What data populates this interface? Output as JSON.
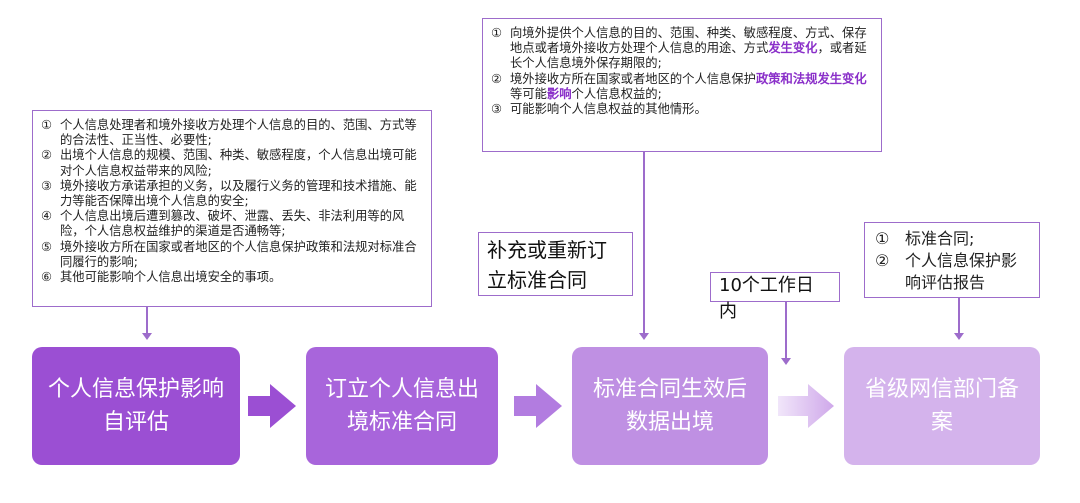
{
  "left_note": {
    "items": [
      {
        "num": "①",
        "text": "个人信息处理者和境外接收方处理个人信息的目的、范围、方式等的合法性、正当性、必要性;"
      },
      {
        "num": "②",
        "text": "出境个人信息的规模、范围、种类、敏感程度，个人信息出境可能对个人信息权益带来的风险;"
      },
      {
        "num": "③",
        "text": "境外接收方承诺承担的义务，以及履行义务的管理和技术措施、能力等能否保障出境个人信息的安全;"
      },
      {
        "num": "④",
        "text": "个人信息出境后遭到篡改、破坏、泄露、丢失、非法利用等的风险，个人信息权益维护的渠道是否通畅等;"
      },
      {
        "num": "⑤",
        "text": "境外接收方所在国家或者地区的个人信息保护政策和法规对标准合同履行的影响;"
      },
      {
        "num": "⑥",
        "text": "其他可能影响个人信息出境安全的事项。"
      }
    ]
  },
  "top_note": {
    "item1": {
      "num": "①",
      "text_a": "向境外提供个人信息的目的、范围、种类、敏感程度、方式、保存地点或者境外接收方处理个人信息的用途、方式",
      "highlight": "发生变化",
      "text_b": "，或者延长个人信息境外保存期限的;"
    },
    "item2": {
      "num": "②",
      "text_a": "境外接收方所在国家或者地区的个人信息保护",
      "highlight_a": "政策和法规发生变化",
      "text_b": "等可能",
      "highlight_b": "影响",
      "text_c": "个人信息权益的;"
    },
    "item3": {
      "num": "③",
      "text": "可能影响个人信息权益的其他情形。"
    }
  },
  "mid_label": "补充或重新订立标准合同",
  "days_label": "10个工作日内",
  "right_note": {
    "items": [
      {
        "num": "①",
        "text": "标准合同;"
      },
      {
        "num": "②",
        "text": "个人信息保护影响评估报告"
      }
    ]
  },
  "steps": [
    {
      "label": "个人信息保护影响自评估"
    },
    {
      "label": "订立个人信息出境标准合同"
    },
    {
      "label": "标准合同生效后数据出境"
    },
    {
      "label": "省级网信部门备案"
    }
  ],
  "colors": {
    "accent": "#9d6ccb",
    "highlight": "#8a2fc9",
    "step1": "#9b4fd3",
    "step2": "#a865db",
    "step3": "#bf90e3",
    "step4": "#d4b3ec"
  }
}
